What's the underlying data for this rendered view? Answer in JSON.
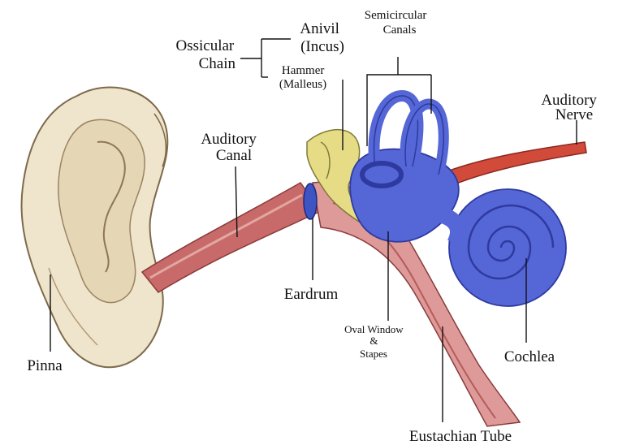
{
  "labels": {
    "ossicular_chain": [
      "Ossicular",
      "Chain"
    ],
    "anvil": [
      "Anivil",
      "(Incus)"
    ],
    "hammer": [
      "Hammer",
      "(Malleus)"
    ],
    "semicircular_canals": [
      "Semicircular",
      "Canals"
    ],
    "auditory_nerve": [
      "Auditory",
      "Nerve"
    ],
    "auditory_canal": [
      "Auditory",
      "Canal"
    ],
    "eardrum": "Eardrum",
    "oval_window": [
      "Oval Window",
      "&",
      "Stapes"
    ],
    "cochlea": "Cochlea",
    "pinna": "Pinna",
    "eustachian_tube": "Eustachian Tube"
  },
  "colors": {
    "skin": "#efe4cc",
    "skin_shadow": "#c9b48e",
    "canal": "#c86a6a",
    "canal_light": "#e2a7a1",
    "bone_yellow": "#e6dc86",
    "inner_ear_blue": "#5566d6",
    "inner_ear_dark": "#2e3aa0",
    "nerve_red": "#d24a3a"
  }
}
